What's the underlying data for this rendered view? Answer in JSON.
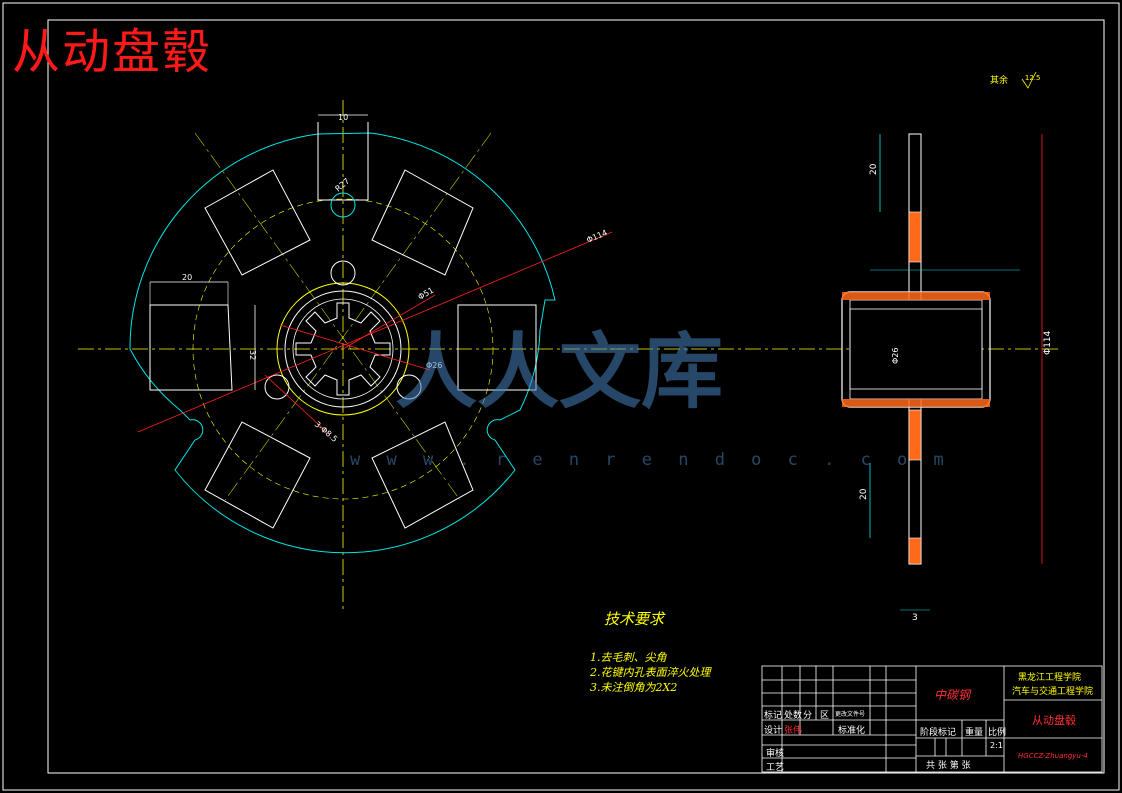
{
  "title": "从动盘毂",
  "roughness": {
    "label": "其余",
    "value": "12.5"
  },
  "dims": {
    "top_slot": "10",
    "r27": "R27",
    "phi114": "Φ114",
    "phi51": "Φ51",
    "phi26": "Φ26",
    "left_20": "20",
    "left_32": "32",
    "hole": "3-Φ8.5",
    "side_20_top": "20",
    "side_20_bot": "20",
    "side_phi114": "Φ114",
    "side_phi": "Φ26",
    "side_3": "3"
  },
  "tech": {
    "title": "技术要求",
    "items": [
      "1.去毛刺、尖角",
      "2.花键内孔表面淬火处理",
      "3.未注倒角为2X2"
    ]
  },
  "title_block": {
    "material": "中碳钢",
    "school_1": "黑龙江工程学院",
    "school_2": "汽车与交通工程学院",
    "part_name": "从动盘毂",
    "labels": {
      "mark": "标记",
      "count": "处数",
      "zone": "分",
      "zone2": "区",
      "change_doc": "更改文件号",
      "design": "设计",
      "designer": "张伟",
      "standard": "标准化",
      "stage": "阶段标记",
      "weight": "重量",
      "scale": "比例",
      "scale_val": "2:1",
      "review": "审核",
      "process": "工艺",
      "sheets": "共  张  第  张",
      "drawing_no": "HGCCZ-Zhuangyu-4"
    }
  },
  "watermark": {
    "text": "人人文库",
    "url": "w w w . r e n r e n d o c . c o m"
  }
}
